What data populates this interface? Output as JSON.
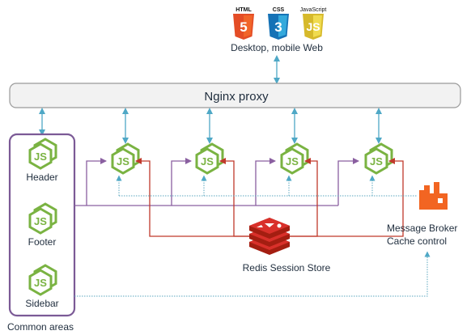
{
  "frontend": {
    "badges": [
      {
        "caption": "HTML",
        "number": "5",
        "color": "#e44d26",
        "icon": "html5-icon"
      },
      {
        "caption": "CSS",
        "number": "3",
        "color": "#1572b6",
        "icon": "css3-icon"
      },
      {
        "caption": "JavaScript",
        "number": "JS",
        "color": "#f0db4f",
        "icon": "javascript-icon"
      }
    ],
    "label": "Desktop, mobile Web"
  },
  "proxy": {
    "label": "Nginx proxy"
  },
  "common_areas": {
    "title": "Common areas",
    "items": [
      {
        "label": "Header",
        "icon": "nodejs-icon"
      },
      {
        "label": "Footer",
        "icon": "nodejs-icon"
      },
      {
        "label": "Sidebar",
        "icon": "nodejs-icon"
      }
    ]
  },
  "services": [
    {
      "icon": "nodejs-icon"
    },
    {
      "icon": "nodejs-icon"
    },
    {
      "icon": "nodejs-icon"
    },
    {
      "icon": "nodejs-icon"
    }
  ],
  "message_broker": {
    "line1": "Message Broker",
    "line2": "Cache control",
    "icon": "rabbitmq-icon"
  },
  "redis": {
    "label": "Redis Session Store",
    "icon": "redis-icon"
  },
  "colors": {
    "node_green": "#7ab342",
    "arrow_blue": "#4fa8c6",
    "purple": "#8a5fa0",
    "red": "#c0392b",
    "dotted_teal": "#5ba7bf",
    "rabbit_orange": "#f26522",
    "redis_red": "#d9302a"
  }
}
